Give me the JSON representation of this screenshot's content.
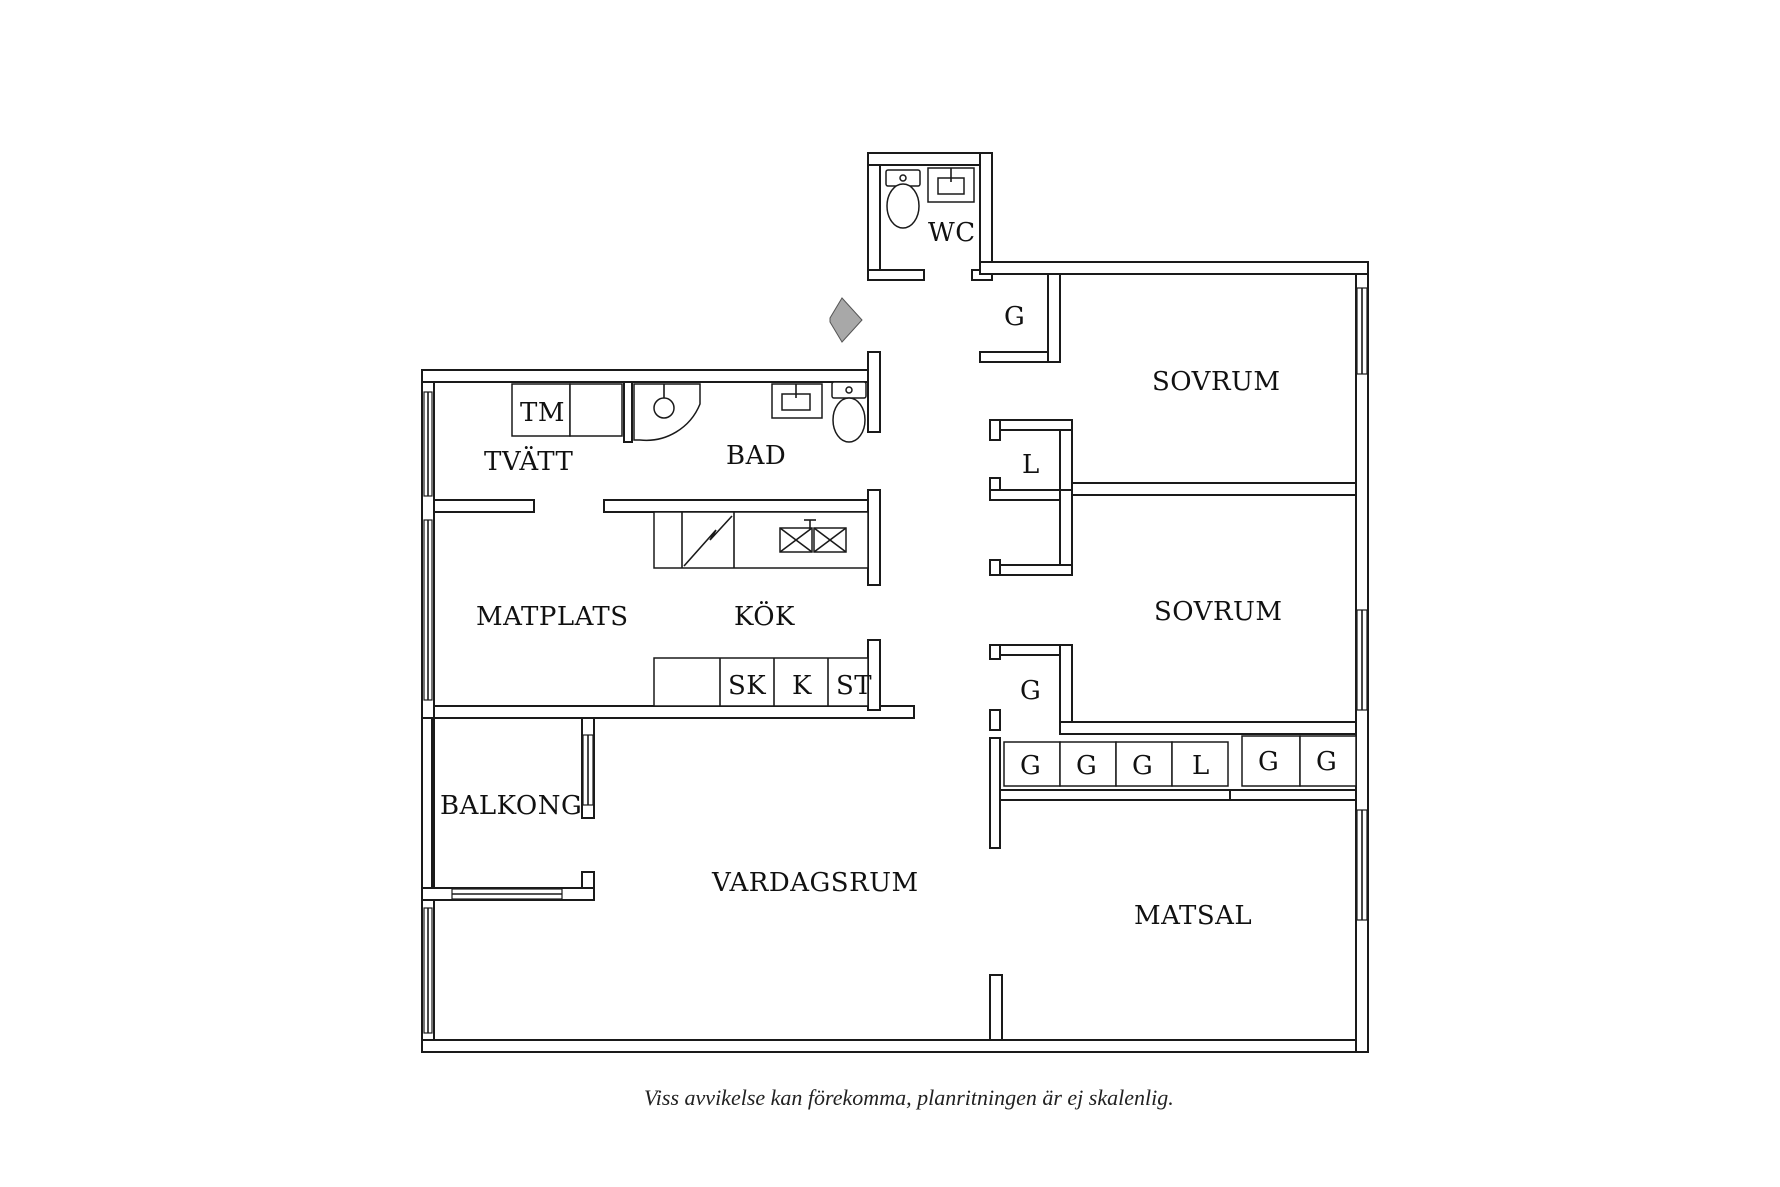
{
  "rooms": {
    "wc": "WC",
    "tvatt": "TVÄTT",
    "tm": "TM",
    "bad": "BAD",
    "matplats": "MATPLATS",
    "kok": "KÖK",
    "sk": "SK",
    "k": "K",
    "st": "ST",
    "balkong": "BALKONG",
    "vardagsrum": "VARDAGSRUM",
    "matsal": "MATSAL",
    "sovrum_1": "SOVRUM",
    "sovrum_2": "SOVRUM"
  },
  "storage": {
    "g_hall_top": "G",
    "l_hall": "L",
    "g_hall_mid": "G",
    "row_g1": "G",
    "row_g2": "G",
    "row_g3": "G",
    "row_l": "L",
    "row_g4": "G",
    "row_g5": "G"
  },
  "footnote": "Viss avvikelse kan förekomma, planritningen är ej skalenlig.",
  "colors": {
    "wall": "#1a1a1a",
    "entrance_arrow": "#a8a8a8",
    "background": "#ffffff"
  },
  "icons": {
    "entrance": "entrance-arrow-icon",
    "toilet": "toilet-icon",
    "sink": "sink-icon",
    "shower": "shower-icon"
  }
}
